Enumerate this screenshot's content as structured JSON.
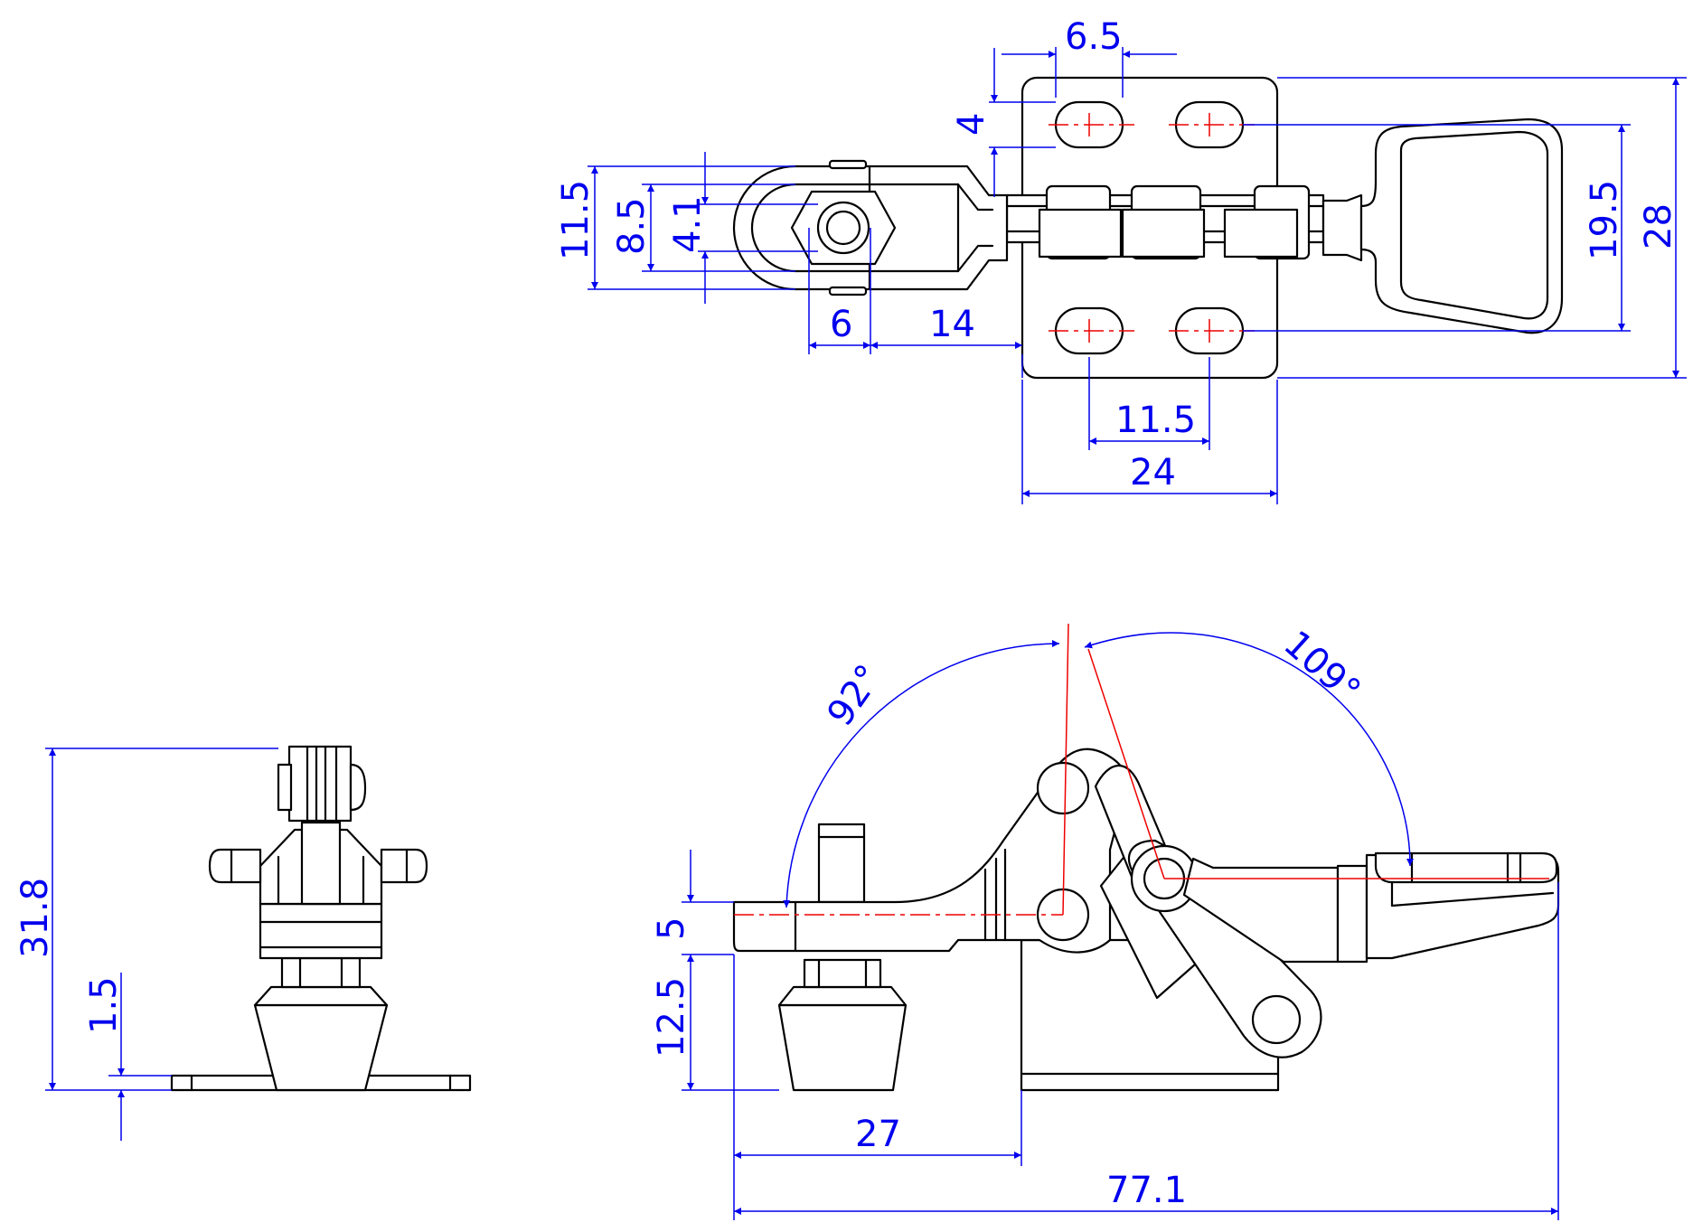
{
  "dimensions": {
    "top_view": {
      "slot_pitch_top": "6.5",
      "slot_width": "4",
      "outer_height": "11.5",
      "inner_height": "8.5",
      "hole_dia": "4.1",
      "spindle_offset": "6",
      "tip_to_base": "14",
      "hole_spacing_x": "11.5",
      "base_width": "24",
      "handle_height": "19.5",
      "base_length": "28"
    },
    "side_view": {
      "angle_open": "92°",
      "angle_handle": "109°",
      "arm_thickness": "5",
      "spindle_height": "12.5",
      "reach": "27",
      "overall_length": "77.1"
    },
    "end_view": {
      "overall_height": "31.8",
      "base_thickness": "1.5"
    }
  },
  "colors": {
    "outline": "#000000",
    "dimension": "#0000ee",
    "centerline": "#ee0000",
    "background": "#ffffff"
  }
}
